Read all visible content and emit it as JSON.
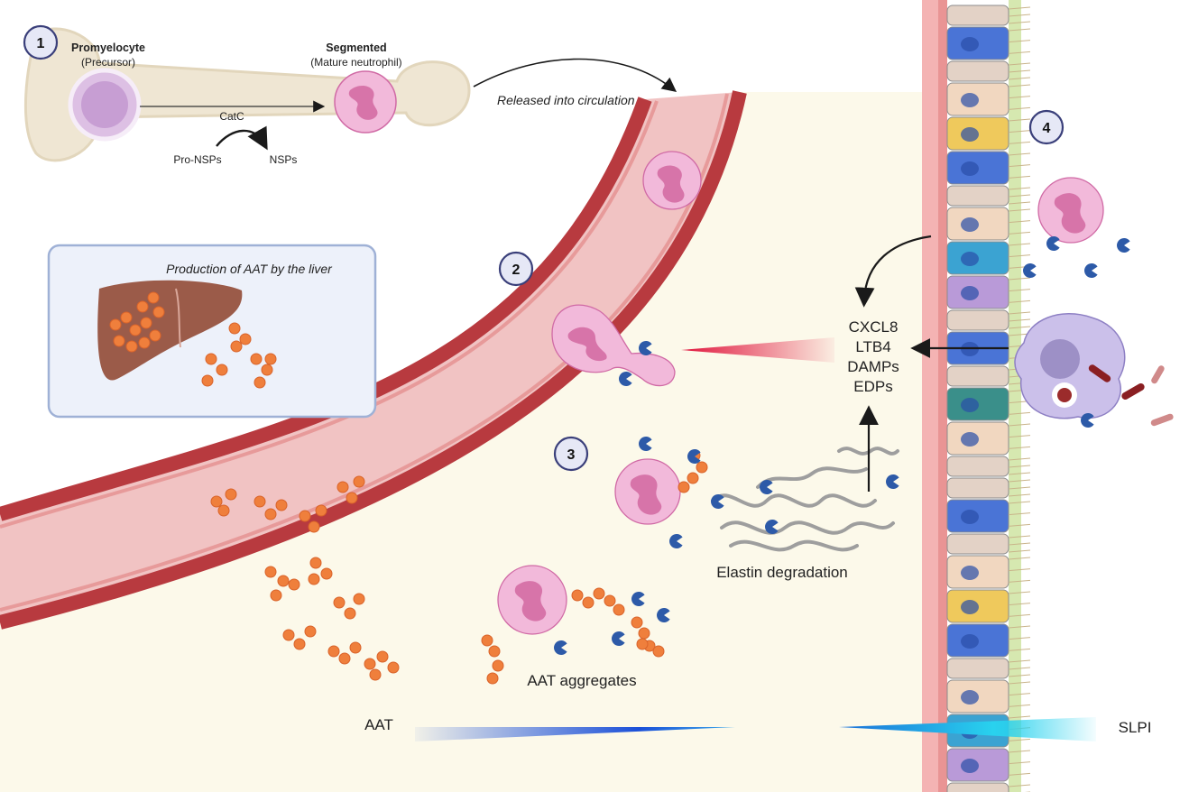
{
  "steps": {
    "s1": "1",
    "s2": "2",
    "s3": "3",
    "s4": "4"
  },
  "bone": {
    "precursor_title": "Promyelocyte",
    "precursor_sub": "(Precursor)",
    "mature_title": "Segmented",
    "mature_sub": "(Mature neutrophil)",
    "enzyme": "CatC",
    "pro_nsps": "Pro-NSPs",
    "nsps": "NSPs"
  },
  "circulation_label": "Released into circulation",
  "liver_caption": "Production of AAT by the liver",
  "mediators": [
    "CXCL8",
    "LTB4",
    "DAMPs",
    "EDPs"
  ],
  "elastin_label": "Elastin degradation",
  "aggregates_label": "AAT aggregates",
  "gradient": {
    "left_label": "AAT",
    "right_label": "SLPI"
  },
  "colors": {
    "vessel_wall": "#b83a3f",
    "vessel_lumen": "#f1c3c3",
    "tissue_bg": "#fcf9ea",
    "neutrophil": "#f2b9da",
    "neutrophil_nucleus": "#d774a9",
    "aat_particle": "#ef7f3c",
    "nsp_pacman": "#2d5aa8",
    "liver": "#9b5b49",
    "aat_gradient": "#1a4fd8",
    "slpi_gradient": "#29c6e8"
  }
}
